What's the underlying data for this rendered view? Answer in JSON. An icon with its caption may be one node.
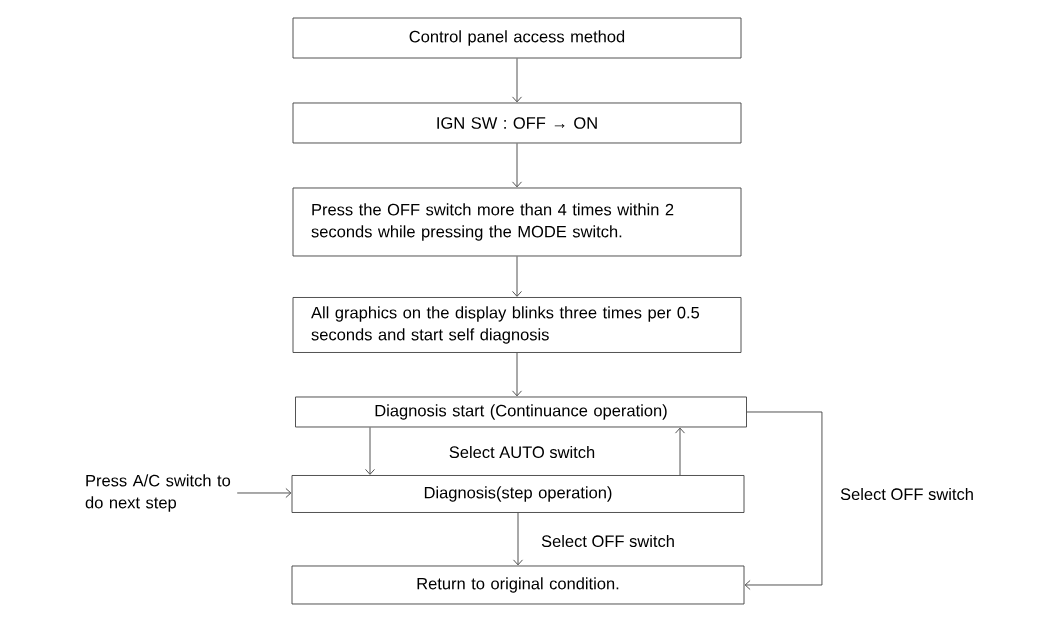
{
  "diagram": {
    "nodes": [
      {
        "text": [
          "Control panel access method"
        ]
      },
      {
        "text": [
          "IGN SW : OFF → ON"
        ]
      },
      {
        "text": [
          "Press the OFF switch more than 4 times within 2 seconds while pressing the MODE switch."
        ]
      },
      {
        "text": [
          "All graphics on the display blinks three times per 0.5 seconds and start self diagnosis"
        ]
      },
      {
        "text": [
          "Diagnosis start (Continuance operation)"
        ]
      },
      {
        "text": [
          "Diagnosis(step operation)"
        ]
      },
      {
        "text": [
          "Return to original condition."
        ]
      },
      {
        "text": [
          "Press A/C switch to do next step"
        ]
      }
    ],
    "edges": [
      {
        "from": 0,
        "to": 1,
        "arrow": "to"
      },
      {
        "from": 1,
        "to": 2,
        "arrow": "to"
      },
      {
        "from": 2,
        "to": 3,
        "arrow": "to"
      },
      {
        "from": 3,
        "to": 4,
        "arrow": "to"
      },
      {
        "from": 4,
        "to": 5,
        "arrow": "to"
      },
      {
        "from": 5,
        "to": 4,
        "arrow": "to"
      },
      {
        "from": 5,
        "to": 6,
        "arrow": "to",
        "label": "Select OFF switch"
      },
      {
        "from": 4,
        "to": 6,
        "arrow": "to",
        "label": "Select OFF switch"
      },
      {
        "from": 7,
        "to": 5,
        "arrow": "to"
      }
    ],
    "labels": [
      "Select AUTO switch"
    ]
  }
}
